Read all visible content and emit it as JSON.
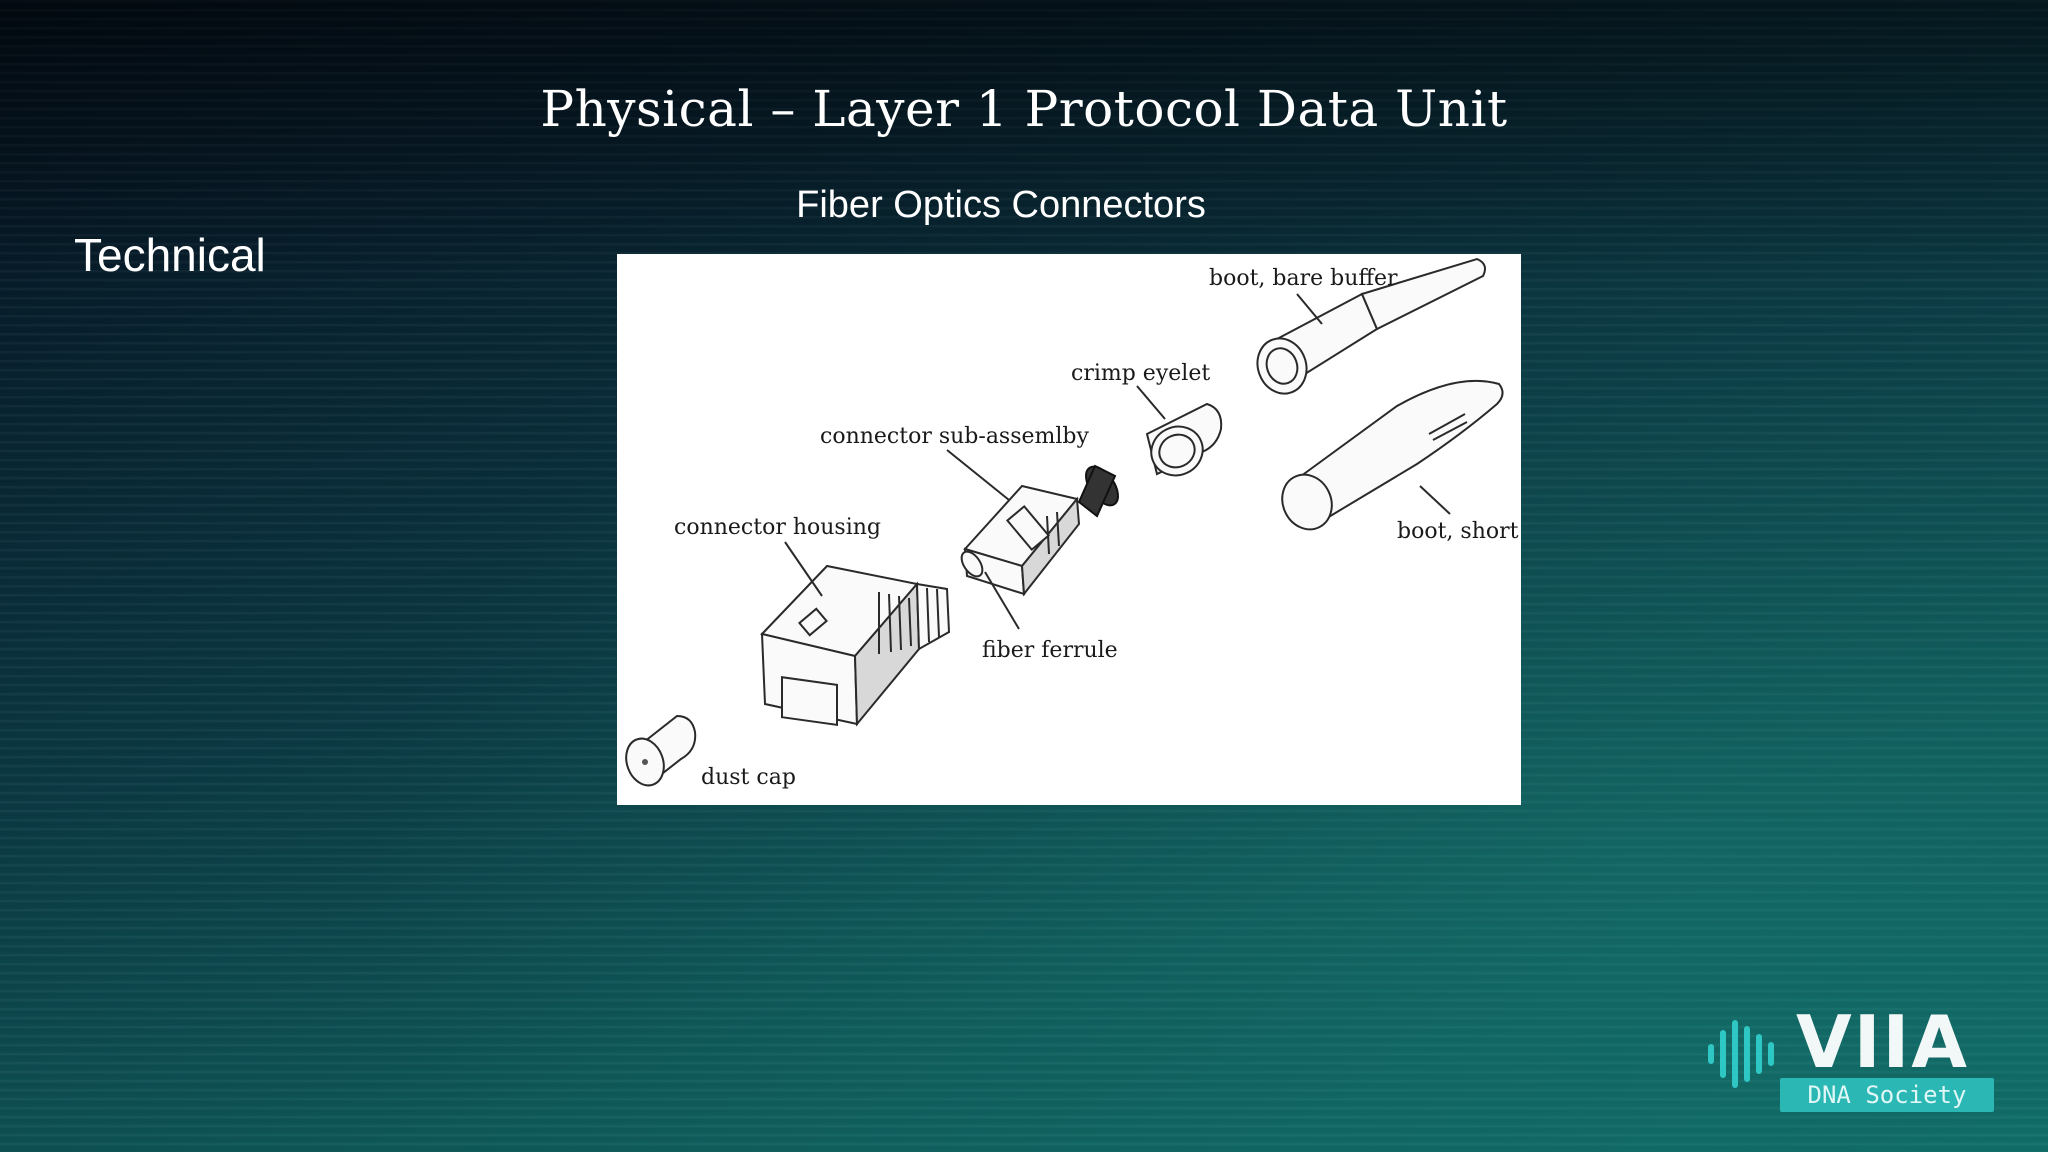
{
  "slide": {
    "title": "Physical – Layer 1 Protocol Data Unit",
    "subtitle": "Fiber Optics Connectors",
    "side_label": "Technical"
  },
  "diagram": {
    "labels": {
      "boot_bare_buffer": "boot, bare buffer",
      "crimp_eyelet": "crimp eyelet",
      "connector_sub_assembly": "connector sub-assemlby",
      "connector_housing": "connector housing",
      "fiber_ferrule": "fiber ferrule",
      "boot_short": "boot, short",
      "dust_cap": "dust cap"
    }
  },
  "logo": {
    "word": "VIIA",
    "tagline": "DNA Society",
    "accent_color": "#2fc7c4"
  }
}
